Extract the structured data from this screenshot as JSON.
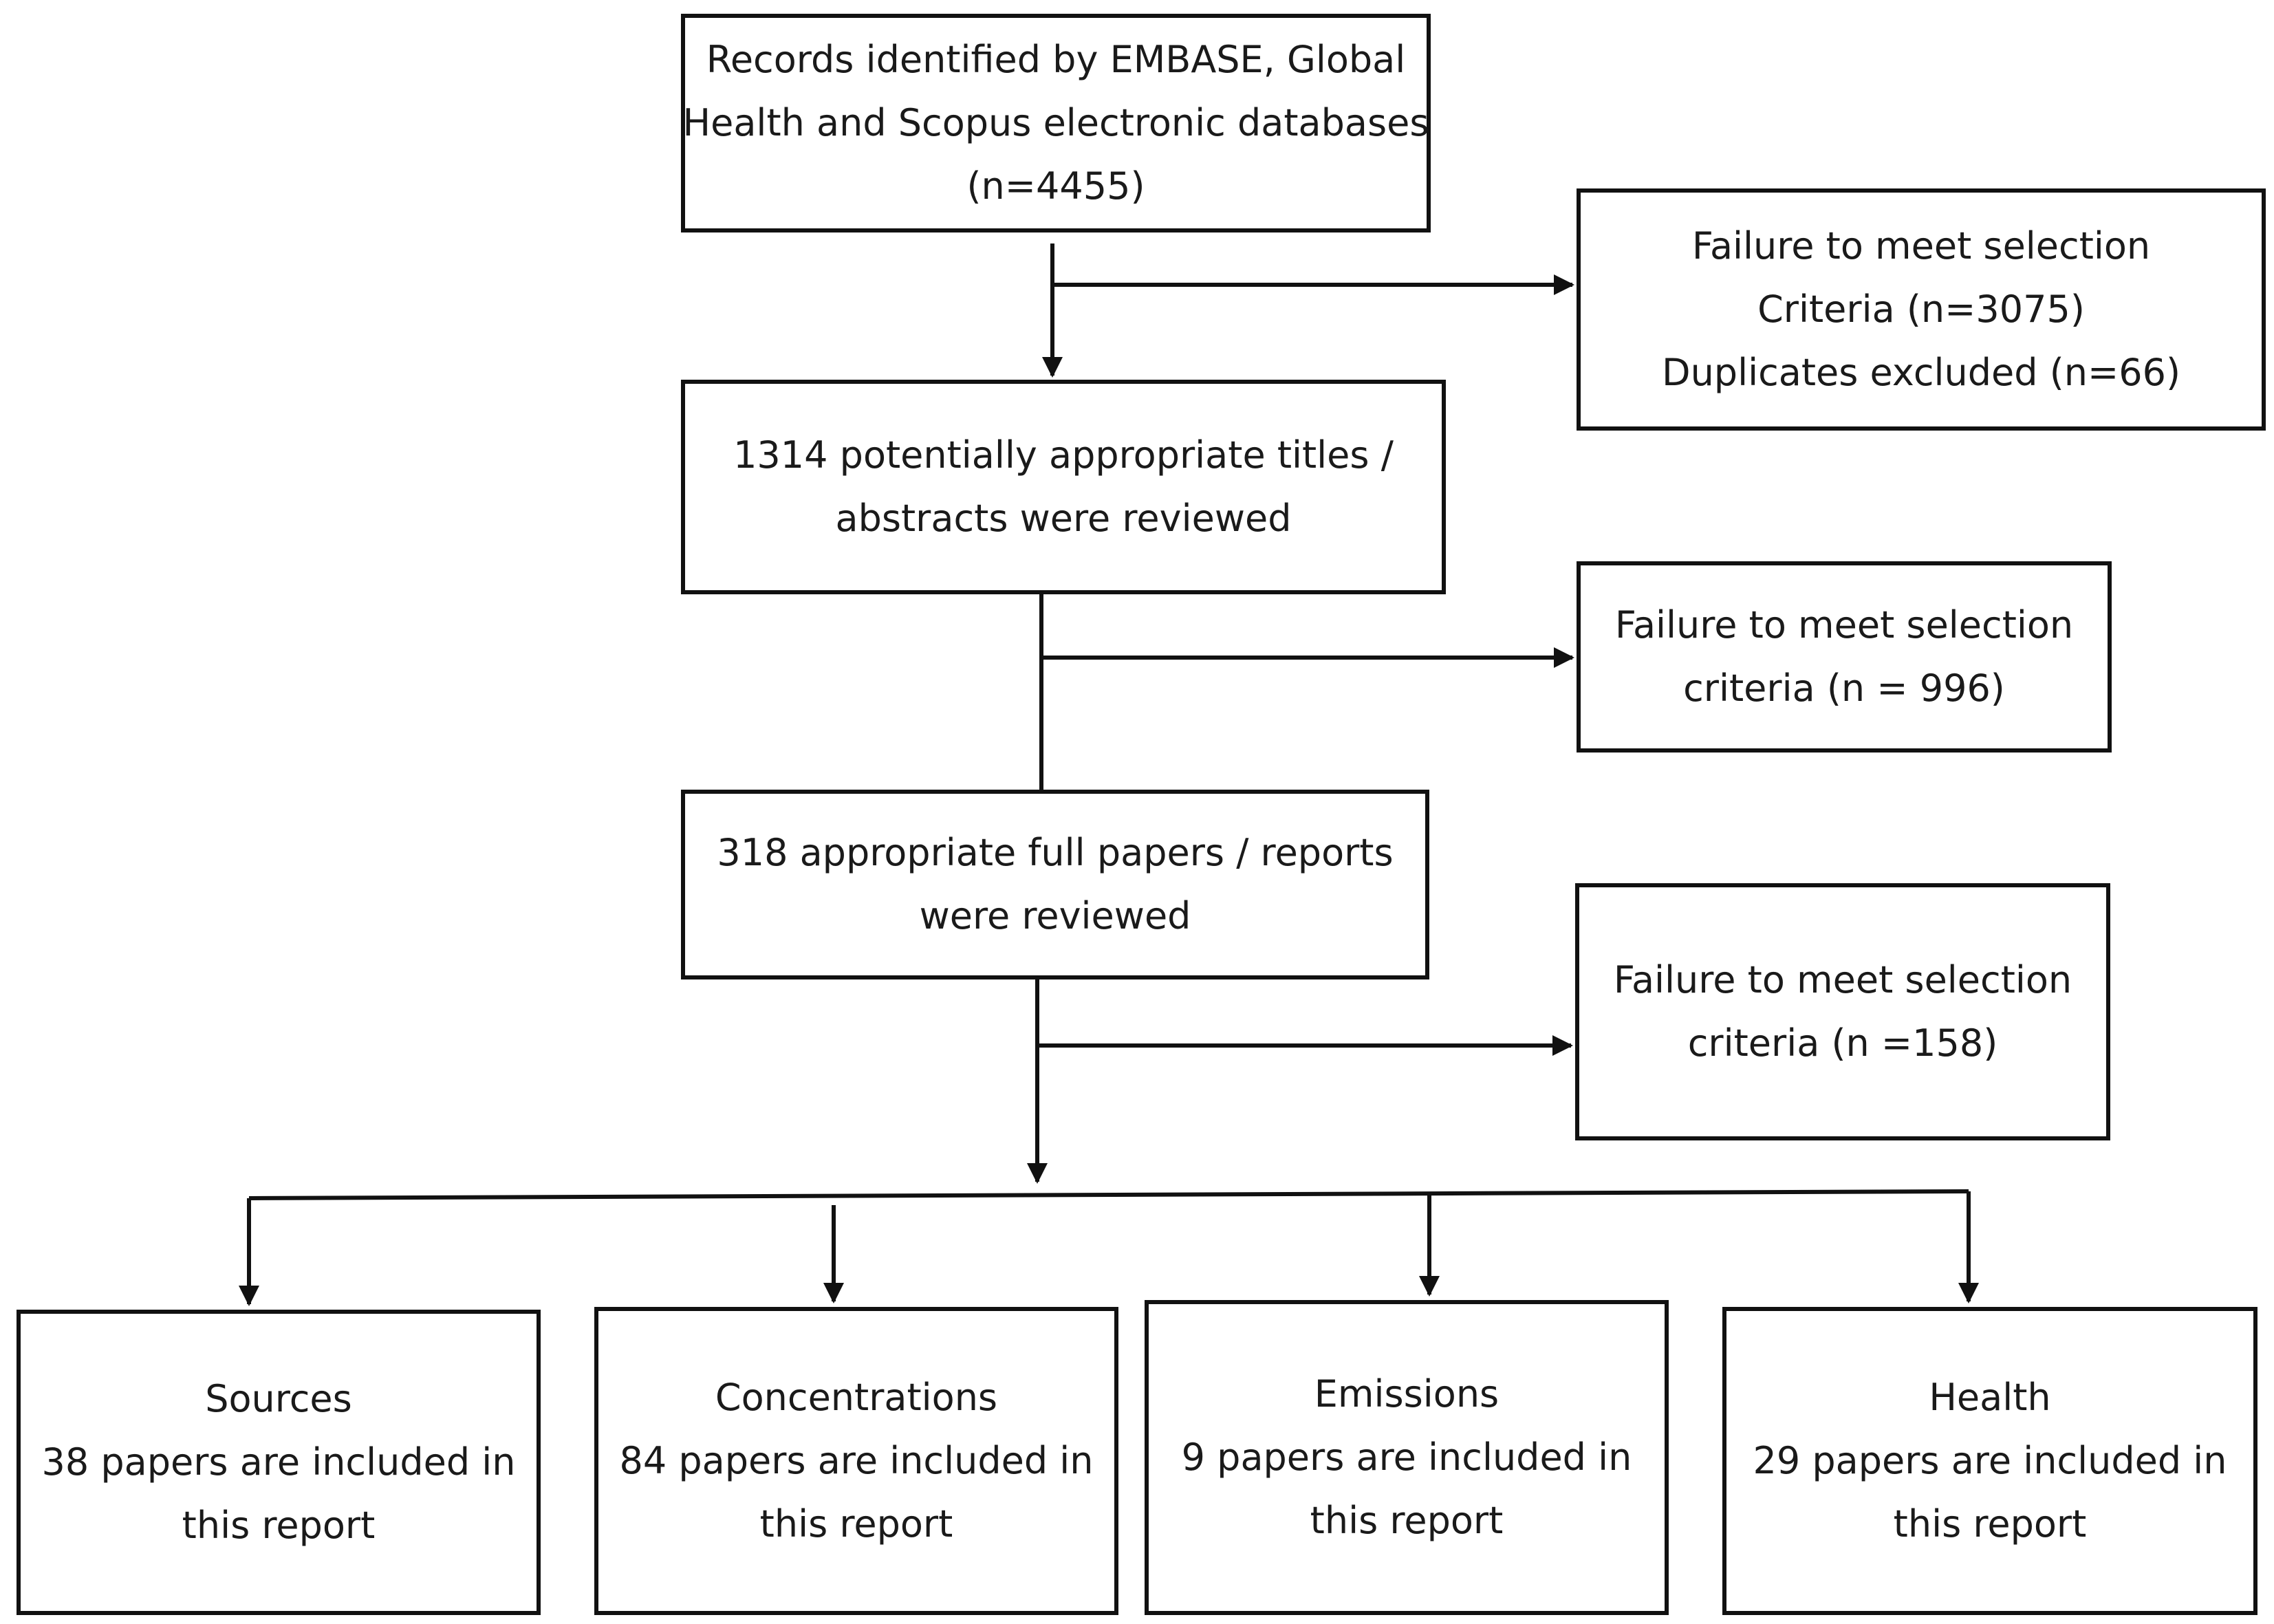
{
  "flow": {
    "records": {
      "line1": "Records identified by EMBASE, Global",
      "line2": "Health and Scopus electronic databases",
      "line3": "(n=4455)"
    },
    "exclusion_1": {
      "line1": "Failure to meet selection",
      "line2": "Criteria (n=3075)",
      "line3": "Duplicates excluded  (n=66)"
    },
    "titles_reviewed": {
      "line1": "1314 potentially appropriate titles /",
      "line2": "abstracts were reviewed"
    },
    "exclusion_2": {
      "line1": "Failure to meet selection",
      "line2": "criteria (n = 996)"
    },
    "fulltext_reviewed": {
      "line1": "318 appropriate full papers / reports",
      "line2": "were reviewed"
    },
    "exclusion_3": {
      "line1": "Failure to meet selection",
      "line2": "criteria (n =158)"
    },
    "outcomes": [
      {
        "category": "Sources",
        "line2": "38 papers are included in",
        "line3": "this report"
      },
      {
        "category": "Concentrations",
        "line2": "84 papers are included in",
        "line3": "this report"
      },
      {
        "category": "Emissions",
        "line2": "9 papers are included in",
        "line3": "this report"
      },
      {
        "category": "Health",
        "line2": "29 papers are included in",
        "line3": "this report"
      }
    ]
  },
  "colors": {
    "line": "#111111",
    "background": "#ffffff",
    "text": "#1a1a1a"
  }
}
